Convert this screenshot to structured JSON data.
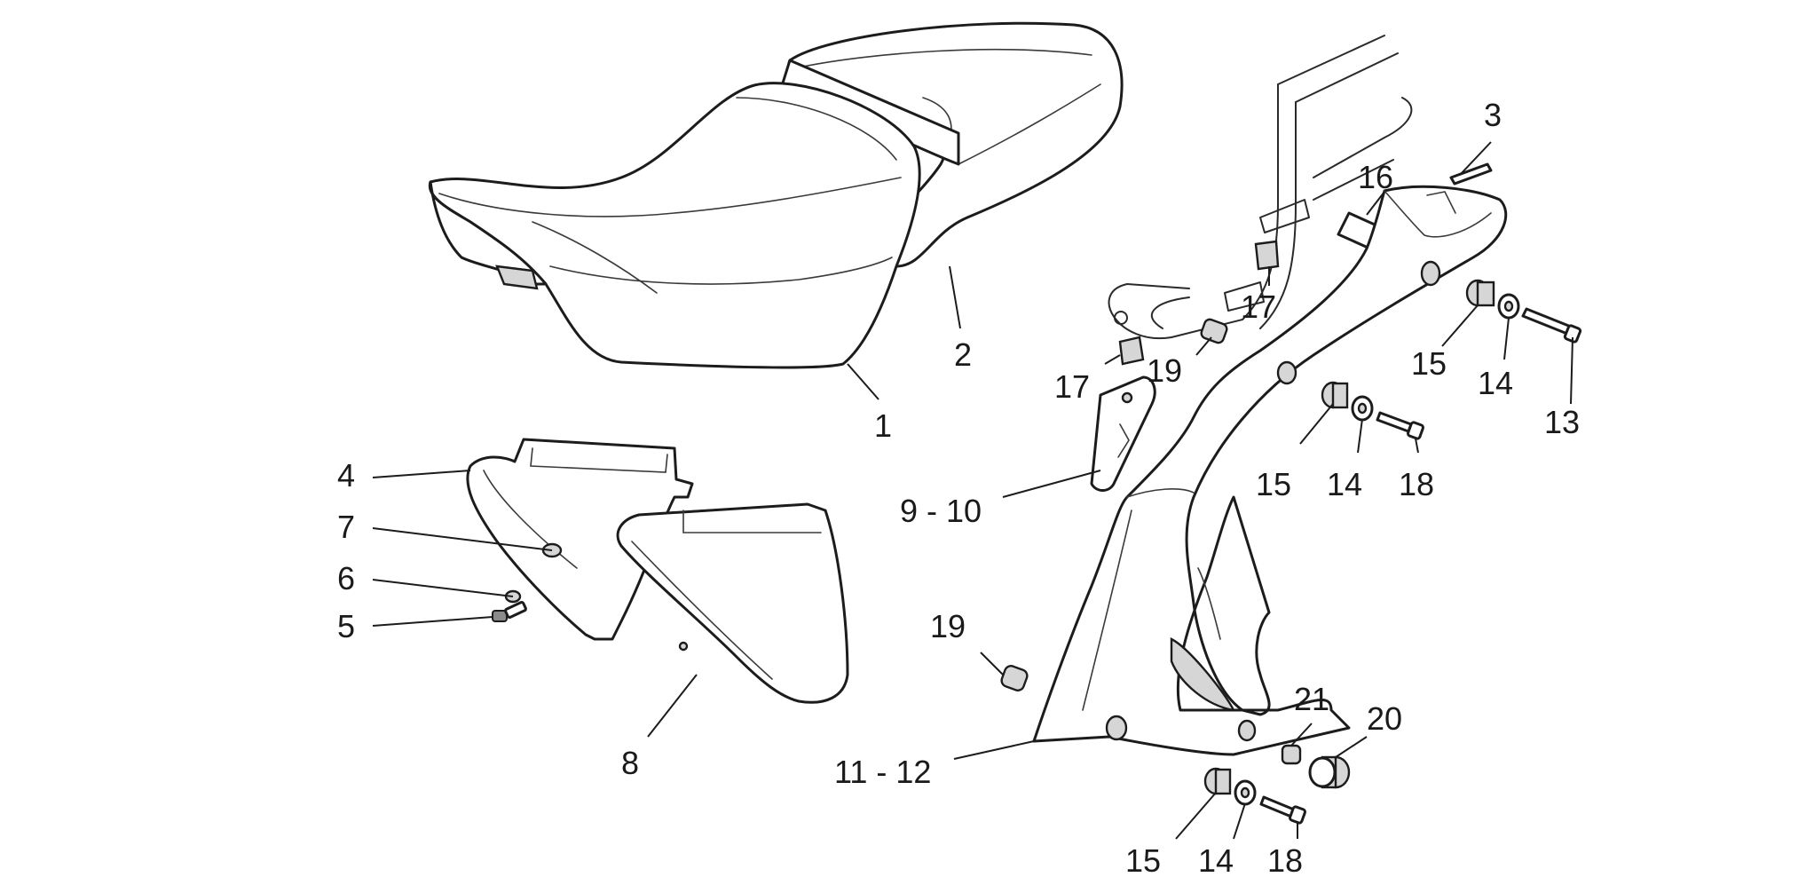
{
  "diagram": {
    "labels": {
      "l1": "1",
      "l2": "2",
      "l3": "3",
      "l4": "4",
      "l5": "5",
      "l6": "6",
      "l7": "7",
      "l8": "8",
      "l9_10": "9 - 10",
      "l11_12": "11 - 12",
      "l13": "13",
      "l14a": "14",
      "l14b": "14",
      "l14c": "14",
      "l15a": "15",
      "l15b": "15",
      "l15c": "15",
      "l16": "16",
      "l17a": "17",
      "l17b": "17",
      "l18a": "18",
      "l18b": "18",
      "l19a": "19",
      "l19b": "19",
      "l20": "20",
      "l21": "21"
    }
  }
}
